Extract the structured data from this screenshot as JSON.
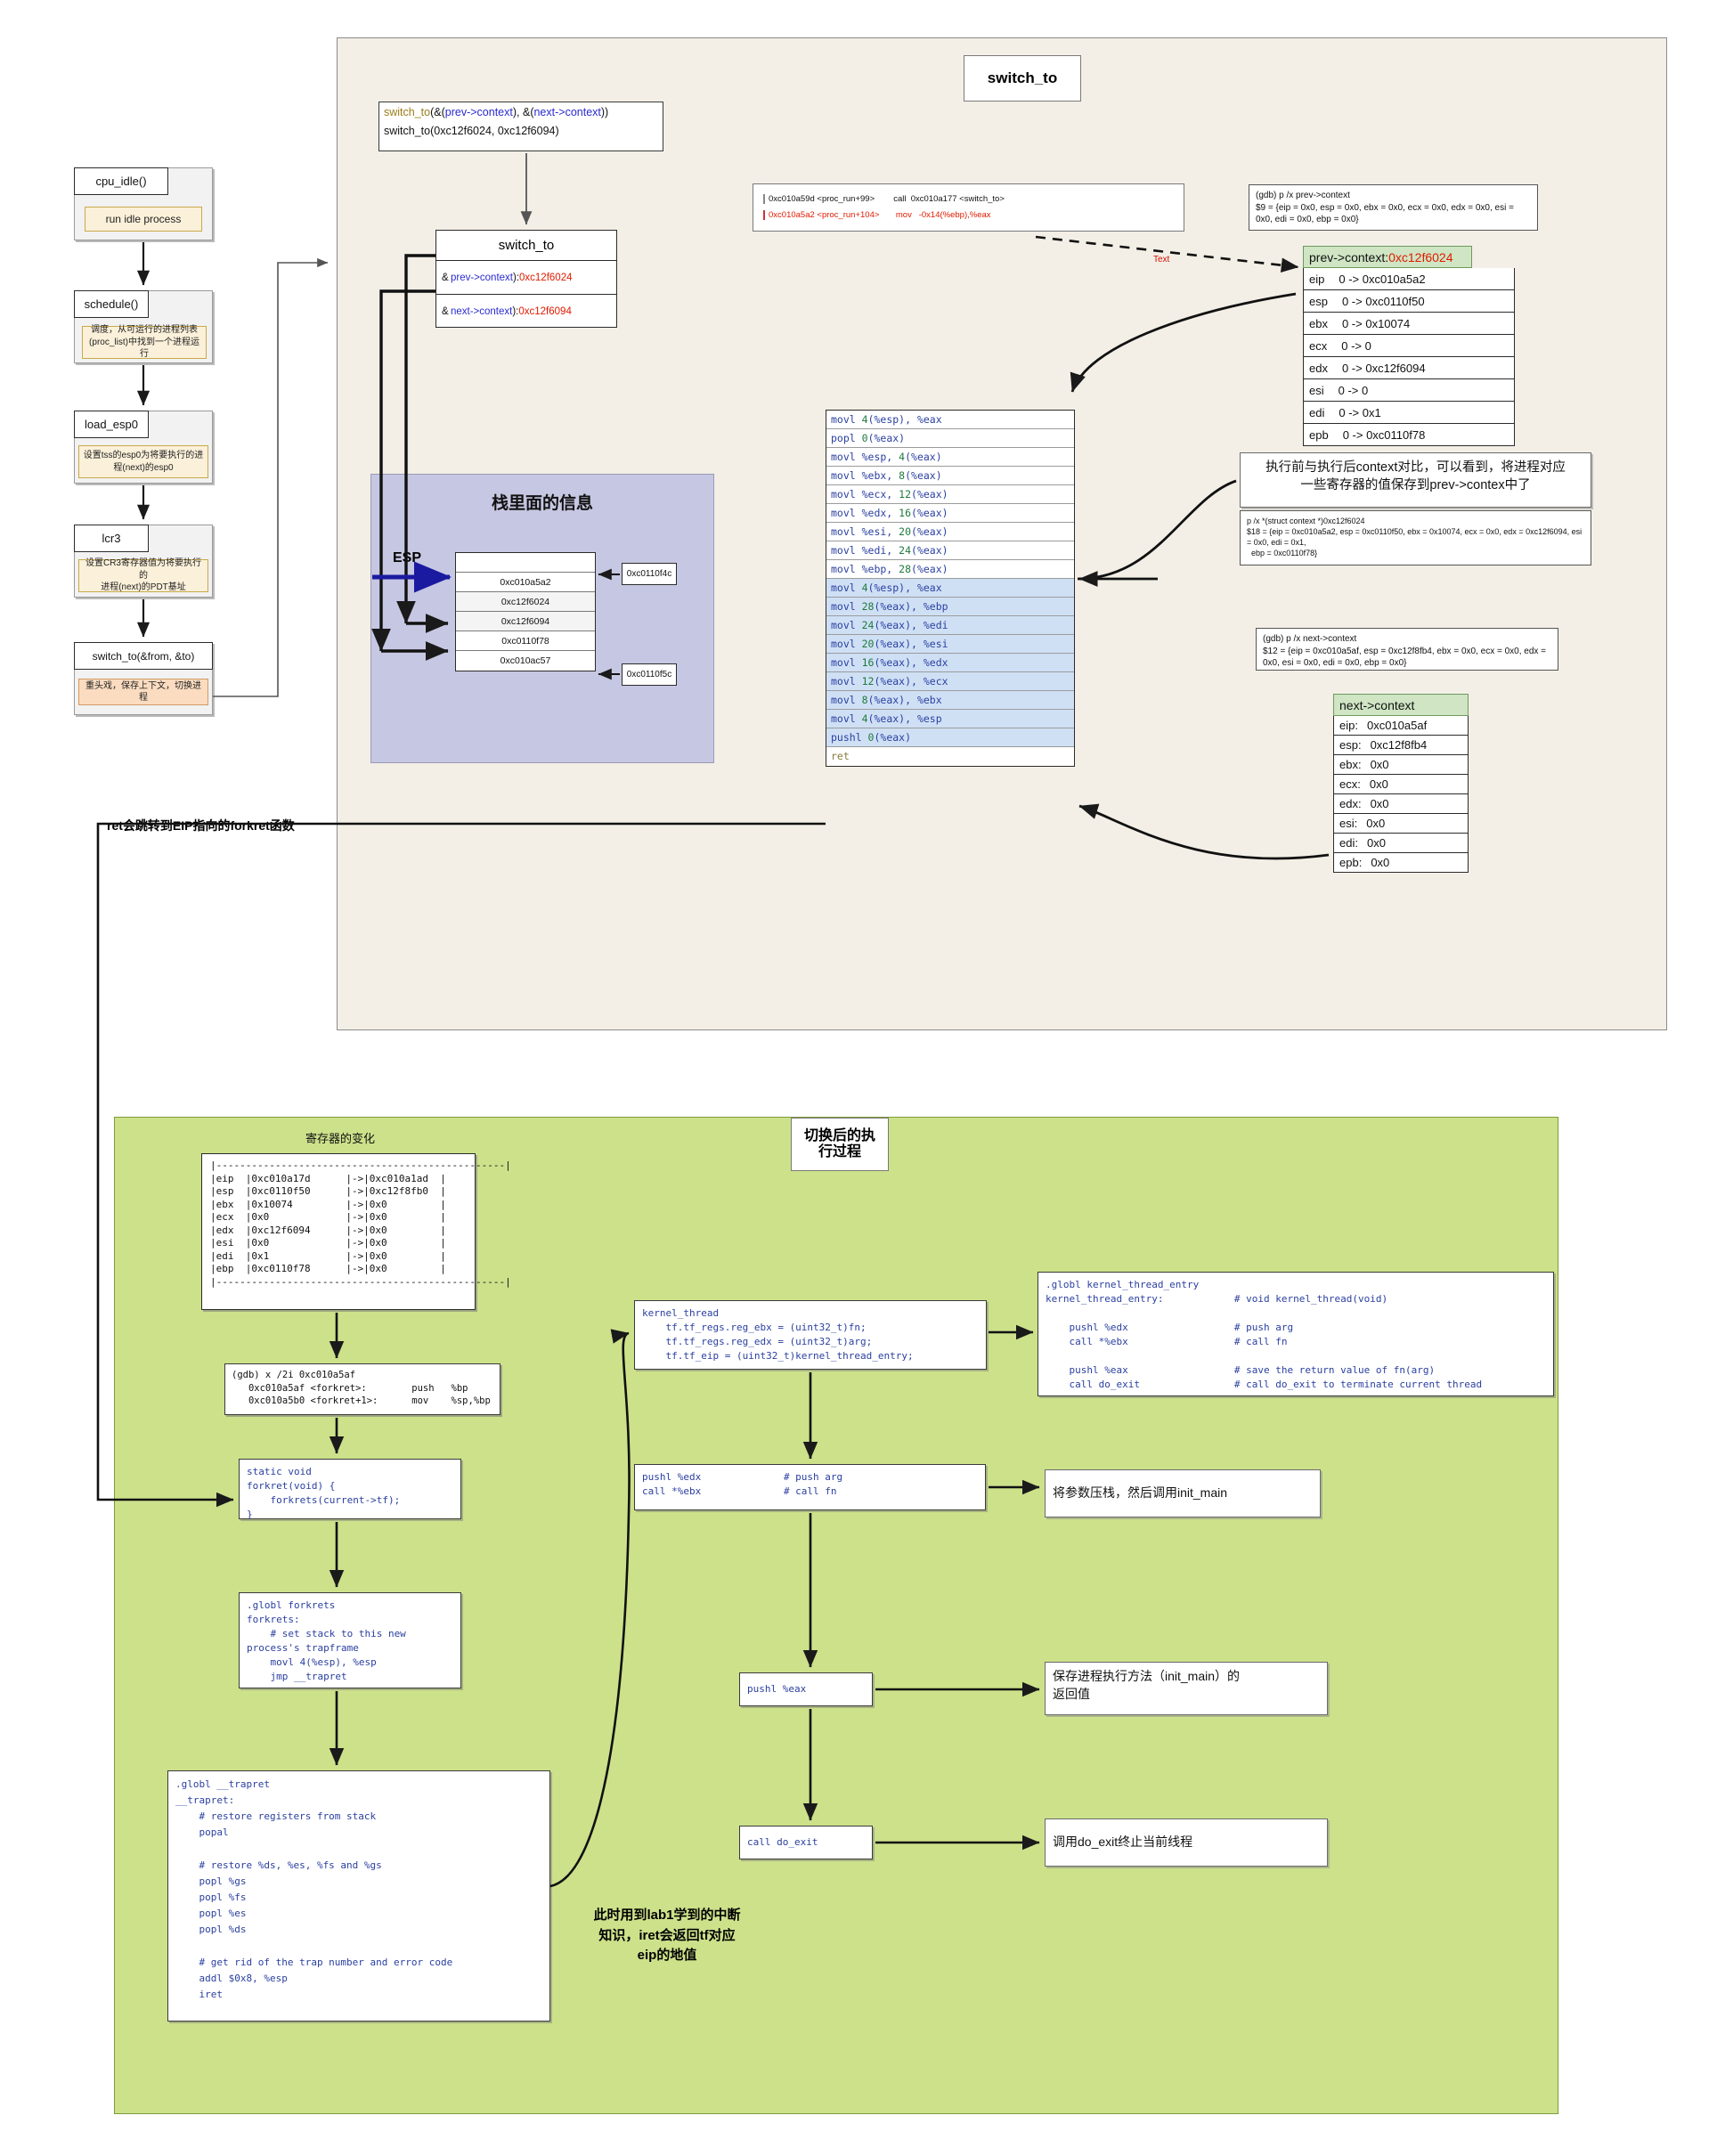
{
  "panels": {
    "switch_to_title": "switch_to",
    "stack_title": "栈里面的信息",
    "green_title": "切换后的执\n行过程",
    "register_change_title": "寄存器的变化"
  },
  "left_flow": [
    {
      "head": "cpu_idle()",
      "body": "run idle process",
      "style": "big"
    },
    {
      "head": "schedule()",
      "body": "调度，从可运行的进程列表\n(proc_list)中找到一个进程运行",
      "style": "small"
    },
    {
      "head": "load_esp0",
      "body": "设置tss的esp0为将要执行的进\n程(next)的esp0",
      "style": "small"
    },
    {
      "head": "lcr3",
      "body": "设置CR3寄存器值为将要执行的\n进程(next)的PDT基址",
      "style": "small"
    },
    {
      "head": "switch_to(&from, &to)",
      "body": "重头戏，保存上下文，切换进程",
      "style": "orange"
    }
  ],
  "call_box": {
    "line1_pre": "switch_to(",
    "line1": "switch_to(&(prev->context), &(next->context))",
    "line2": "switch_to(0xc12f6024, 0xc12f6094)"
  },
  "switch_to_struct": {
    "title": "switch_to",
    "rows": [
      {
        "label": "& (prev->context): ",
        "value": "0xc12f6024"
      },
      {
        "label": "& (next->context): ",
        "value": "0xc12f6094"
      }
    ]
  },
  "disasm_box": {
    "line1": "0xc010a59d <proc_run+99>        call  0xc010a177 <switch_to>",
    "line2": "0xc010a5a2 <proc_run+104>       mov   -0x14(%ebp),%eax"
  },
  "dashed_label": "Text",
  "gdb_prev": "(gdb) p /x prev->context\n$9 = {eip = 0x0, esp = 0x0, ebx = 0x0, ecx = 0x0, edx = 0x0, esi = 0x0, edi = 0x0, ebp = 0x0}",
  "gdb_prev_after": "p /x *(struct context *)0xc12f6024\n$18 = {eip = 0xc010a5a2, esp = 0xc0110f50, ebx = 0x10074, ecx = 0x0, edx = 0xc12f6094, esi = 0x0, edi = 0x1,\n  ebp = 0xc0110f78}",
  "gdb_next": "(gdb) p /x next->context\n$12 = {eip = 0xc010a5af, esp = 0xc12f8fb4, ebx = 0x0, ecx = 0x0, edx = 0x0, esi = 0x0, edi = 0x0, ebp = 0x0}",
  "prev_context": {
    "header_label": "prev->context: ",
    "header_value": "0xc12f6024",
    "rows": [
      {
        "reg": "eip",
        "val": "0 -> 0xc010a5a2"
      },
      {
        "reg": "esp",
        "val": "0 -> 0xc0110f50"
      },
      {
        "reg": "ebx",
        "val": "0 -> 0x10074"
      },
      {
        "reg": "ecx",
        "val": "0 -> 0"
      },
      {
        "reg": "edx",
        "val": "0 -> 0xc12f6094"
      },
      {
        "reg": "esi",
        "val": "0 -> 0"
      },
      {
        "reg": "edi",
        "val": "0 -> 0x1"
      },
      {
        "reg": "epb",
        "val": "0 -> 0xc0110f78"
      }
    ]
  },
  "next_context": {
    "header": "next->context",
    "rows": [
      {
        "reg": "eip:",
        "val": "0xc010a5af"
      },
      {
        "reg": "esp:",
        "val": "0xc12f8fb4"
      },
      {
        "reg": "ebx:",
        "val": "0x0"
      },
      {
        "reg": "ecx:",
        "val": "0x0"
      },
      {
        "reg": "edx:",
        "val": "0x0"
      },
      {
        "reg": "esi:",
        "val": "0x0"
      },
      {
        "reg": "edi:",
        "val": "0x0"
      },
      {
        "reg": "epb:",
        "val": "0x0"
      }
    ]
  },
  "context_compare_note": "执行前与执行后context对比，可以看到，将进程对应\n一些寄存器的值保存到prev->contex中了",
  "asm_lines": [
    {
      "text": "movl 4(%esp), %eax",
      "hl": false
    },
    {
      "text": "popl 0(%eax)",
      "hl": false
    },
    {
      "text": "movl %esp, 4(%eax)",
      "hl": false
    },
    {
      "text": "movl %ebx, 8(%eax)",
      "hl": false
    },
    {
      "text": "movl %ecx, 12(%eax)",
      "hl": false
    },
    {
      "text": "movl %edx, 16(%eax)",
      "hl": false
    },
    {
      "text": "movl %esi, 20(%eax)",
      "hl": false
    },
    {
      "text": "movl %edi, 24(%eax)",
      "hl": false
    },
    {
      "text": "movl %ebp, 28(%eax)",
      "hl": false
    },
    {
      "text": "movl 4(%esp), %eax",
      "hl": true
    },
    {
      "text": "movl 28(%eax), %ebp",
      "hl": true
    },
    {
      "text": "movl 24(%eax), %edi",
      "hl": true
    },
    {
      "text": "movl 20(%eax), %esi",
      "hl": true
    },
    {
      "text": "movl 16(%eax), %edx",
      "hl": true
    },
    {
      "text": "movl 12(%eax), %ecx",
      "hl": true
    },
    {
      "text": "movl 8(%eax), %ebx",
      "hl": true
    },
    {
      "text": "movl 4(%eax), %esp",
      "hl": true
    },
    {
      "text": "pushl 0(%eax)",
      "hl": true
    },
    {
      "text": "ret",
      "hl": false,
      "plain": true
    }
  ],
  "stack": {
    "esp_label": "ESP",
    "cells": [
      {
        "text": "",
        "grey": false
      },
      {
        "text": "0xc010a5a2",
        "grey": false
      },
      {
        "text": "0xc12f6024",
        "grey": true
      },
      {
        "text": "0xc12f6094",
        "grey": true
      },
      {
        "text": "0xc0110f78",
        "grey": false
      },
      {
        "text": "0xc010ac57",
        "grey": false
      }
    ],
    "tag_top": "0xc0110f4c",
    "tag_bottom": "0xc0110f5c"
  },
  "ret_note": "ret会跳转到EIP指向的forkret函数",
  "register_change_table": "|-------------------------------------------------|\n|eip  |0xc010a17d      |->|0xc010a1ad  |\n|esp  |0xc0110f50      |->|0xc12f8fb0  |\n|ebx  |0x10074         |->|0x0         |\n|ecx  |0x0             |->|0x0         |\n|edx  |0xc12f6094      |->|0x0         |\n|esi  |0x0             |->|0x0         |\n|edi  |0x1             |->|0x0         |\n|ebp  |0xc0110f78      |->|0x0         |\n|-------------------------------------------------|",
  "gdb_forkret": "(gdb) x /2i 0xc010a5af\n   0xc010a5af <forkret>:        push   %bp\n   0xc010a5b0 <forkret+1>:      mov    %sp,%bp",
  "forkret_src": "static void\nforkret(void) {\n    forkrets(current->tf);\n}",
  "forkrets_src": ".globl forkrets\nforkrets:\n    # set stack to this new\nprocess's trapframe\n    movl 4(%esp), %esp\n    jmp __trapret",
  "trapret_src": ".globl __trapret\n__trapret:\n    # restore registers from stack\n    popal\n\n    # restore %ds, %es, %fs and %gs\n    popl %gs\n    popl %fs\n    popl %es\n    popl %ds\n\n    # get rid of the trap number and error code\n    addl $0x8, %esp\n    iret",
  "kernel_thread_src": "kernel_thread\n    tf.tf_regs.reg_ebx = (uint32_t)fn;\n    tf.tf_regs.reg_edx = (uint32_t)arg;\n    tf.tf_eip = (uint32_t)kernel_thread_entry;",
  "kernel_thread_entry_src": ".globl kernel_thread_entry\nkernel_thread_entry:            # void kernel_thread(void)\n\n    pushl %edx                  # push arg\n    call *%ebx                  # call fn\n\n    pushl %eax                  # save the return value of fn(arg)\n    call do_exit                # call do_exit to terminate current thread",
  "push_call_src": "pushl %edx              # push arg\ncall *%ebx              # call fn",
  "pushl_eax_src": "pushl %eax",
  "call_do_exit_src": "call do_exit",
  "green_notes": {
    "note1": "将参数压栈，然后调用init_main",
    "note2": "保存进程执行方法（init_main）的\n返回值",
    "note3": "调用do_exit终止当前线程",
    "note4": "此时用到lab1学到的中断\n知识，iret会返回tf对应\neip的地值"
  },
  "colors": {
    "switchto_panel": "#f3efe6",
    "green_panel": "#cce18a",
    "stack_panel": "#c6c7e2",
    "context_header": "#cfe5c3",
    "highlight_row": "#cfe0f5",
    "accent_red": "#e01b00",
    "accent_blue": "#2a2ad0"
  }
}
